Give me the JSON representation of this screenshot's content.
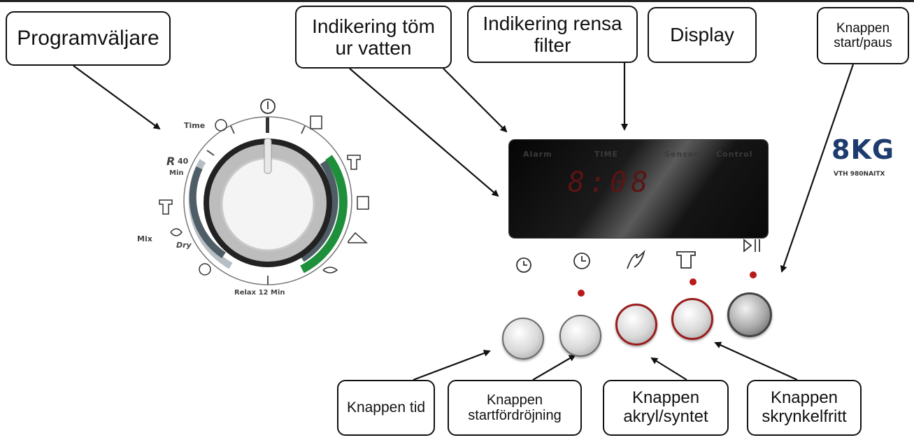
{
  "callouts": {
    "programvaljare": "Programväljare",
    "tom_vatten": "Indikering töm\nur vatten",
    "rensa_filter": "Indikering rensa\nfilter",
    "display": "Display",
    "start_paus": "Knappen\nstart/paus",
    "tid": "Knappen tid",
    "startfordrojning": "Knappen\nstartfördröjning",
    "akryl": "Knappen\nakryl/syntet",
    "skrynkelfritt": "Knappen\nskrynkelfritt"
  },
  "dial": {
    "label_time": "Time",
    "label_r40_r": "R",
    "label_r40_num": "40",
    "label_r40_min": "Min",
    "label_mix": "Mix",
    "label_dry": "Dry",
    "label_relax": "Relax 12 Min",
    "colors": {
      "active": "#1e8f3a",
      "inactive": "#b8bfc4",
      "segment": "#4f5d66"
    }
  },
  "display_panel": {
    "alarm": "Alarm",
    "time": "TIME",
    "sensor": "Sensor",
    "control": "Control",
    "digits": "8:08"
  },
  "brand": {
    "capacity": "8KG",
    "model": "VTH 980NAITX"
  },
  "icons": [
    "clock-icon",
    "delay-start-icon",
    "synthetic-icon",
    "anti-crease-icon",
    "play-pause-icon"
  ]
}
